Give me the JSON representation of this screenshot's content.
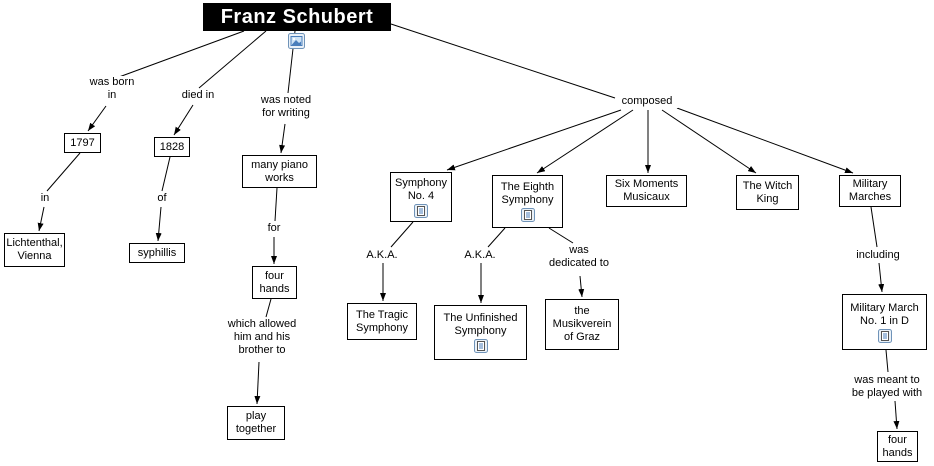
{
  "title": {
    "label": "Franz Schubert"
  },
  "colors": {
    "title_background": "#000000",
    "title_text": "#ffffff",
    "node_background": "#ffffff",
    "node_border": "#000000",
    "connector": "#000000",
    "icon_accent": "#4a7ebb"
  },
  "icons": {
    "title_resource": "image-resource-icon",
    "work_resource": "document-resource-icon"
  },
  "concepts": {
    "year1797": "1797",
    "year1828": "1828",
    "many_piano_works": "many piano\nworks",
    "lichtenthal": "Lichtenthal,\nVienna",
    "syphillis": "syphillis",
    "four_hands_piano": "four\nhands",
    "play_together": "play\ntogether",
    "symphony_no4": "Symphony\nNo. 4",
    "eighth_symphony": "The Eighth\nSymphony",
    "six_moments": "Six Moments\nMusicaux",
    "witch_king": "The Witch\nKing",
    "military_marches": "Military\nMarches",
    "tragic_symphony": "The Tragic\nSymphony",
    "unfinished_symphony": "The Unfinished\nSymphony",
    "musikverein": "the\nMusikverein\nof Graz",
    "military_march_no1": "Military March\nNo. 1 in D",
    "four_hands_final": "four\nhands"
  },
  "linking_phrases": {
    "was_born_in": "was born\nin",
    "died_in": "died in",
    "was_noted": "was noted\nfor writing",
    "composed": "composed",
    "in_phrase": "in",
    "of_phrase": "of",
    "for_phrase": "for",
    "aka_tragic": "A.K.A.",
    "aka_unfinished": "A.K.A.",
    "was_dedicated_to": "was\ndedicated to",
    "including": "including",
    "which_allowed": "which allowed\nhim and his\nbrother to",
    "was_meant_to": "was meant to\nbe played with"
  }
}
